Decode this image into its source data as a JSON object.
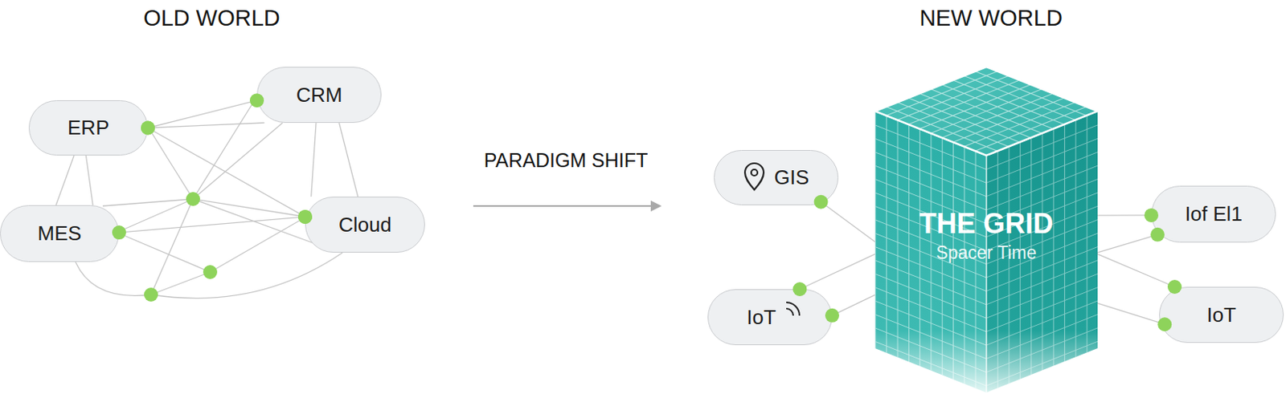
{
  "diagram": {
    "nodes": [
      {
        "text": [
          "ERP"
        ]
      },
      {
        "text": [
          "CRM"
        ]
      },
      {
        "text": [
          "MES"
        ]
      },
      {
        "text": [
          "Cloud"
        ]
      },
      {
        "text": [
          "GIS"
        ]
      },
      {
        "text": [
          "IoT"
        ]
      },
      {
        "text": [
          "THE GRID",
          "Spacer Time"
        ]
      },
      {
        "text": [
          "Iof El1"
        ]
      },
      {
        "text": [
          "IoT"
        ]
      }
    ],
    "edges": [
      {
        "from": 0,
        "to": 1,
        "arrow": "none"
      },
      {
        "from": 0,
        "to": 1,
        "arrow": "none"
      },
      {
        "from": 0,
        "to": 3,
        "arrow": "none"
      },
      {
        "from": 0,
        "to": 2,
        "arrow": "none"
      },
      {
        "from": 0,
        "to": 2,
        "arrow": "none"
      },
      {
        "from": 1,
        "to": 3,
        "arrow": "none"
      },
      {
        "from": 1,
        "to": 3,
        "arrow": "none"
      },
      {
        "from": 2,
        "to": 3,
        "arrow": "none"
      },
      {
        "from": 4,
        "to": 6,
        "arrow": "none"
      },
      {
        "from": 5,
        "to": 6,
        "arrow": "none"
      },
      {
        "from": 5,
        "to": 6,
        "arrow": "none"
      },
      {
        "from": 6,
        "to": 7,
        "arrow": "none"
      },
      {
        "from": 6,
        "to": 7,
        "arrow": "none"
      },
      {
        "from": 6,
        "to": 8,
        "arrow": "none"
      },
      {
        "from": 6,
        "to": 8,
        "arrow": "none"
      }
    ],
    "labels": [
      "OLD WORLD",
      "PARADIGM SHIFT",
      "NEW WORLD"
    ]
  }
}
